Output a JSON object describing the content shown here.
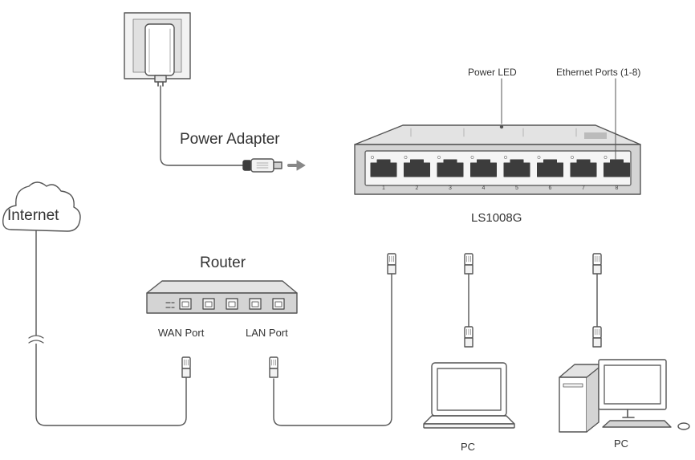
{
  "labels": {
    "power_led": "Power LED",
    "ethernet_ports": "Ethernet Ports (1-8)",
    "power_adapter": "Power Adapter",
    "internet": "Internet",
    "model": "LS1008G",
    "router": "Router",
    "wan_port": "WAN Port",
    "lan_port": "LAN Port",
    "pc_laptop": "PC",
    "pc_desktop": "PC"
  },
  "switch_port_numbers": [
    "1",
    "2",
    "3",
    "4",
    "5",
    "6",
    "7",
    "8"
  ],
  "colors": {
    "line": "#555555",
    "device_face": "#d4d4d4",
    "device_top": "#e3e3e3",
    "device_dark": "#3c3c3c",
    "arrow": "#888888"
  }
}
